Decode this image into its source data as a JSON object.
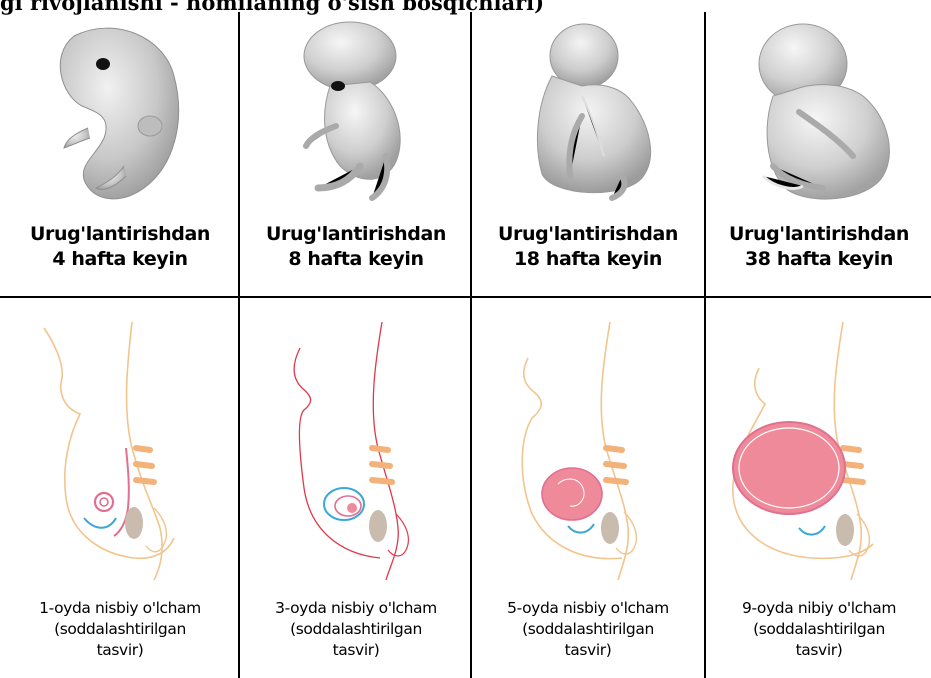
{
  "caption": "gi rivojlanishi - homilaning o'sish bosqichlari)",
  "stages": [
    {
      "fetus_line1": "Urug'lantirishdan",
      "fetus_line2": "4 hafta keyin",
      "body_line1": "1-oyda nisbiy o'lcham",
      "body_line2": "(soddalashtirilgan",
      "body_line3": "tasvir)"
    },
    {
      "fetus_line1": "Urug'lantirishdan",
      "fetus_line2": "8 hafta keyin",
      "body_line1": "3-oyda nisbiy o'lcham",
      "body_line2": "(soddalashtirilgan",
      "body_line3": "tasvir)"
    },
    {
      "fetus_line1": "Urug'lantirishdan",
      "fetus_line2": "18 hafta keyin",
      "body_line1": "5-oyda nisbiy o'lcham",
      "body_line2": "(soddalashtirilgan",
      "body_line3": "tasvir)"
    },
    {
      "fetus_line1": "Urug'lantirishdan",
      "fetus_line2": "38 hafta keyin",
      "body_line1": "9-oyda nibiy o'lcham",
      "body_line2": "(soddalashtirilgan",
      "body_line3": "tasvir)"
    }
  ],
  "colors": {
    "fetus_fill": "#c9c9c9",
    "body_outline": "#f2c48e",
    "body_outline_alt": "#e0384a",
    "uterus_pink": "#ef8a9a",
    "bladder_blue": "#3aa7d8",
    "spine_orange": "#f3b27a",
    "organ_gray": "#c9bcae"
  }
}
